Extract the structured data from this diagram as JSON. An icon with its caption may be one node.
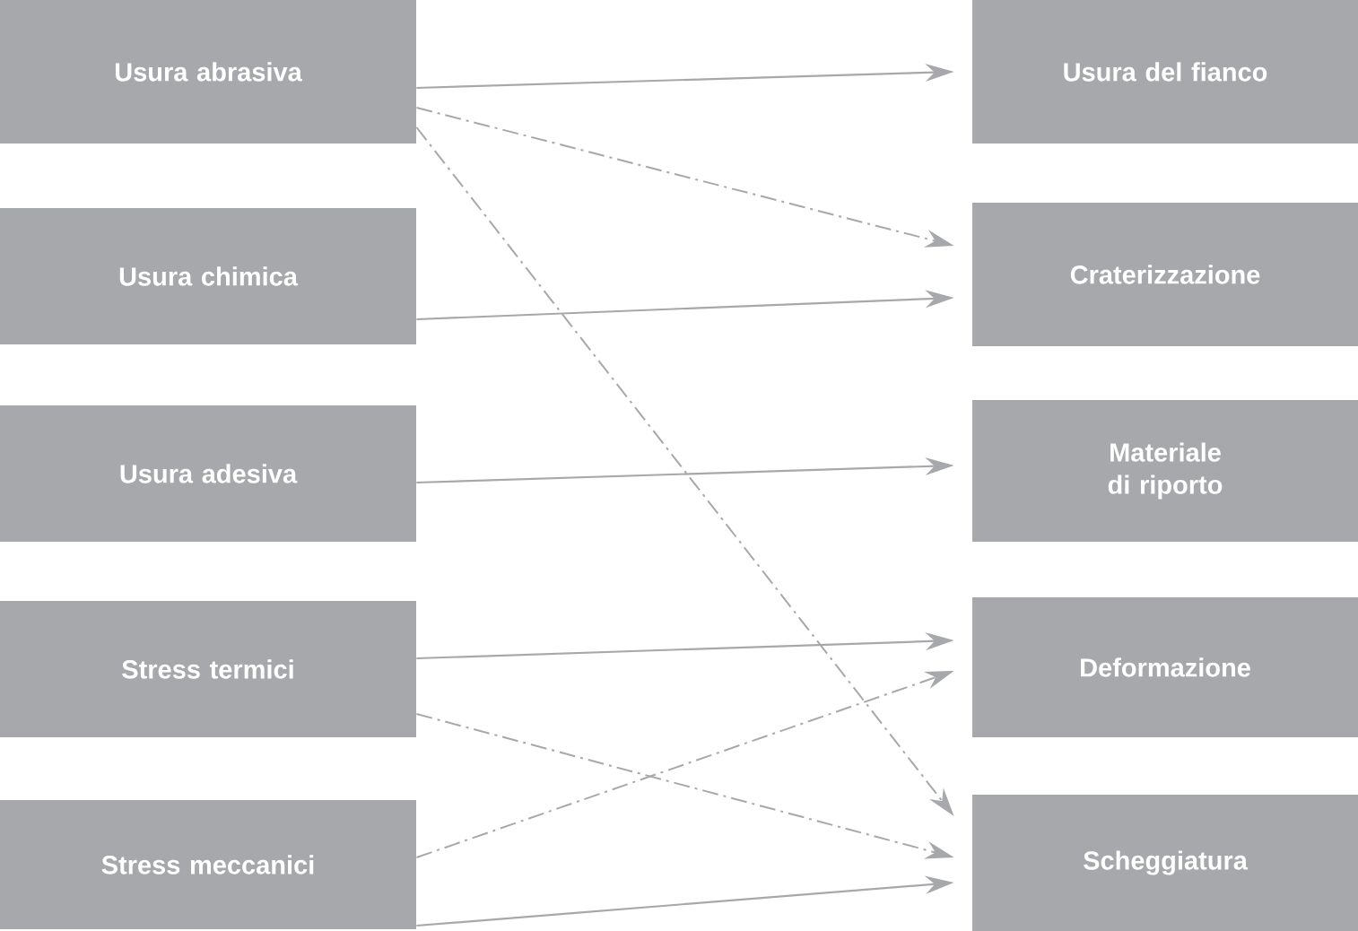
{
  "diagram": {
    "nodes": [
      {
        "text": [
          "Usura abrasiva"
        ]
      },
      {
        "text": [
          "Usura chimica"
        ]
      },
      {
        "text": [
          "Usura adesiva"
        ]
      },
      {
        "text": [
          "Stress termici"
        ]
      },
      {
        "text": [
          "Stress meccanici"
        ]
      },
      {
        "text": [
          "Usura del fianco"
        ]
      },
      {
        "text": [
          "Craterizzazione"
        ]
      },
      {
        "text": [
          "Materiale di riporto"
        ]
      },
      {
        "text": [
          "Deformazione"
        ]
      },
      {
        "text": [
          "Scheggiatura"
        ]
      }
    ],
    "edges": [
      {
        "from": 0,
        "to": 5,
        "arrow": "to"
      },
      {
        "from": 0,
        "to": 6,
        "arrow": "to",
        "style": "dashed"
      },
      {
        "from": 0,
        "to": 9,
        "arrow": "to",
        "style": "dashed"
      },
      {
        "from": 1,
        "to": 6,
        "arrow": "to"
      },
      {
        "from": 2,
        "to": 7,
        "arrow": "to"
      },
      {
        "from": 3,
        "to": 8,
        "arrow": "to"
      },
      {
        "from": 3,
        "to": 9,
        "arrow": "to",
        "style": "dashed"
      },
      {
        "from": 4,
        "to": 8,
        "arrow": "to",
        "style": "dashed"
      },
      {
        "from": 4,
        "to": 9,
        "arrow": "to"
      }
    ]
  }
}
